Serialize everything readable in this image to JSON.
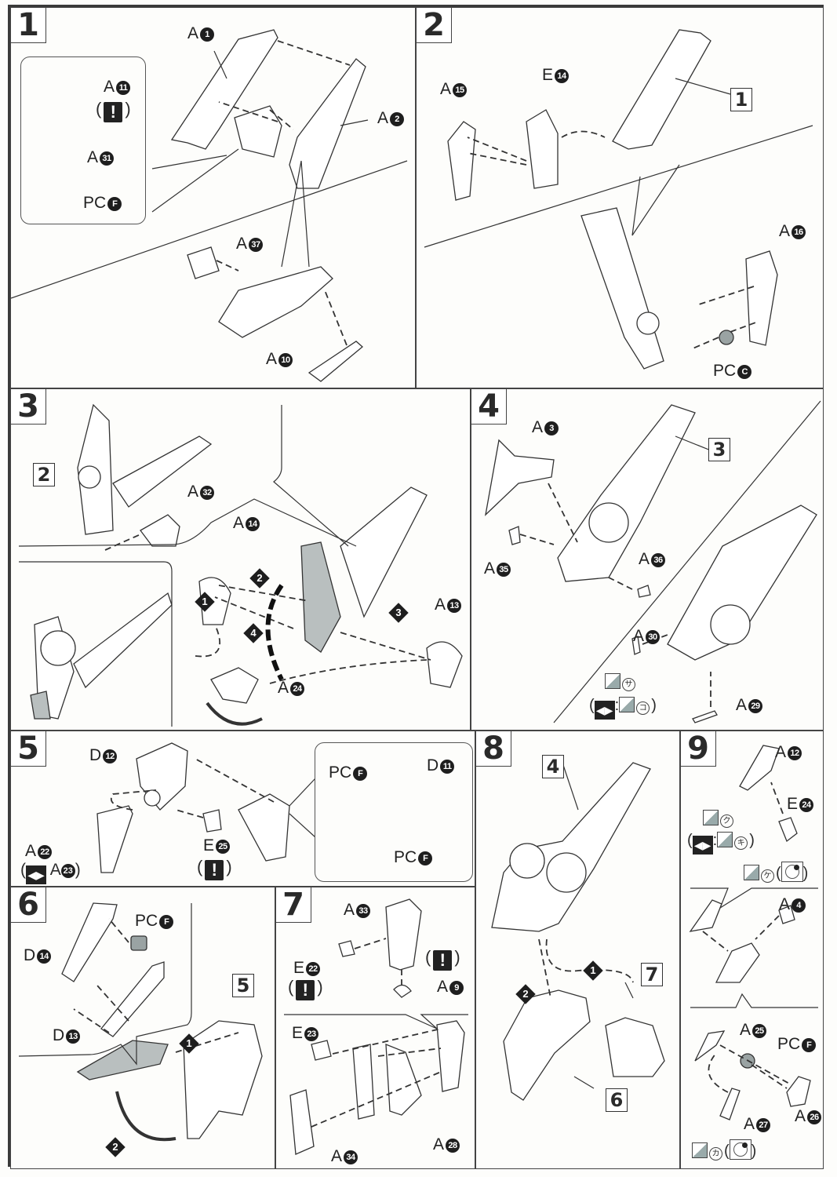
{
  "document": {
    "type": "assembly instruction sheet",
    "panels": [
      {
        "step": "1",
        "labels": [
          {
            "part": "A",
            "num": "1"
          },
          {
            "part": "A",
            "num": "2"
          },
          {
            "part": "A",
            "num": "11"
          },
          {
            "part": "A",
            "num": "31"
          },
          {
            "part": "PC",
            "num": "F"
          },
          {
            "part": "A",
            "num": "37"
          },
          {
            "part": "A",
            "num": "10"
          }
        ],
        "warning": "!"
      },
      {
        "step": "2",
        "ref": "1",
        "labels": [
          {
            "part": "E",
            "num": "14"
          },
          {
            "part": "A",
            "num": "15"
          },
          {
            "part": "A",
            "num": "16"
          },
          {
            "part": "PC",
            "num": "C"
          }
        ]
      },
      {
        "step": "3",
        "ref": "2",
        "labels": [
          {
            "part": "A",
            "num": "32"
          },
          {
            "part": "A",
            "num": "14"
          },
          {
            "part": "A",
            "num": "13"
          },
          {
            "part": "A",
            "num": "24"
          }
        ],
        "order": [
          "1",
          "2",
          "3",
          "4"
        ]
      },
      {
        "step": "4",
        "ref": "3",
        "labels": [
          {
            "part": "A",
            "num": "3"
          },
          {
            "part": "A",
            "num": "35"
          },
          {
            "part": "A",
            "num": "36"
          },
          {
            "part": "A",
            "num": "30"
          },
          {
            "part": "A",
            "num": "29"
          }
        ],
        "stickers": [
          {
            "kana": "サ"
          },
          {
            "kana": "コ",
            "swap": true
          }
        ]
      },
      {
        "step": "5",
        "labels": [
          {
            "part": "D",
            "num": "12"
          },
          {
            "part": "D",
            "num": "11"
          },
          {
            "part": "A",
            "num": "22"
          },
          {
            "part": "A",
            "num": "23"
          },
          {
            "part": "E",
            "num": "25"
          },
          {
            "part": "PC",
            "num": "F"
          },
          {
            "part": "PC",
            "num": "F"
          }
        ],
        "warning": "!"
      },
      {
        "step": "6",
        "ref": "5",
        "labels": [
          {
            "part": "D",
            "num": "14"
          },
          {
            "part": "D",
            "num": "13"
          },
          {
            "part": "PC",
            "num": "F"
          }
        ],
        "order": [
          "1",
          "2"
        ]
      },
      {
        "step": "7",
        "labels": [
          {
            "part": "A",
            "num": "33"
          },
          {
            "part": "E",
            "num": "22"
          },
          {
            "part": "A",
            "num": "9"
          },
          {
            "part": "E",
            "num": "23"
          },
          {
            "part": "A",
            "num": "34"
          },
          {
            "part": "A",
            "num": "28"
          }
        ],
        "warning": "!"
      },
      {
        "step": "8",
        "refs": [
          "4",
          "7",
          "6"
        ],
        "order": [
          "1",
          "2"
        ]
      },
      {
        "step": "9",
        "labels": [
          {
            "part": "A",
            "num": "12"
          },
          {
            "part": "E",
            "num": "24"
          },
          {
            "part": "A",
            "num": "4"
          },
          {
            "part": "A",
            "num": "25"
          },
          {
            "part": "PC",
            "num": "F"
          },
          {
            "part": "A",
            "num": "26"
          },
          {
            "part": "A",
            "num": "27"
          }
        ],
        "stickers": [
          {
            "kana": "ク"
          },
          {
            "kana": "キ",
            "swap": true
          },
          {
            "kana": "ケ",
            "marking": true
          },
          {
            "kana": "カ",
            "marking": true
          }
        ]
      }
    ],
    "symbols": {
      "warning_mark": "!",
      "swap_mark": "◀▶",
      "colon": ":"
    },
    "colors": {
      "line": "#3a3a3a",
      "shade": "#9aa3a3",
      "paper": "#fdfdfb"
    }
  }
}
